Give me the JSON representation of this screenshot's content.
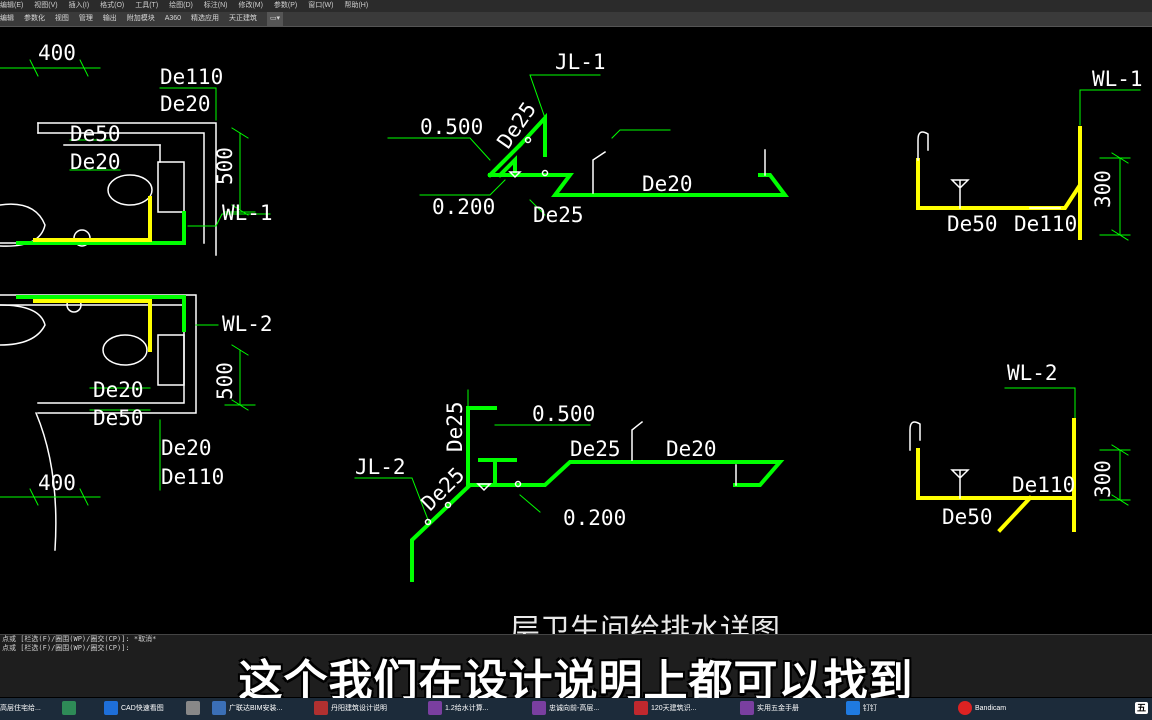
{
  "menu": [
    "编辑(E)",
    "视图(V)",
    "插入(I)",
    "格式(O)",
    "工具(T)",
    "绘图(D)",
    "标注(N)",
    "修改(M)",
    "参数(P)",
    "窗口(W)",
    "帮助(H)"
  ],
  "ribbon_tabs": [
    "编辑",
    "参数化",
    "视图",
    "管理",
    "输出",
    "附加模块",
    "A360",
    "精选应用",
    "天正建筑"
  ],
  "drawing": {
    "dims_400": "400",
    "dims_500": "500",
    "dims_300": "300",
    "wl1": "WL-1",
    "wl2": "WL-2",
    "jl1": "JL-1",
    "jl2": "JL-2",
    "de110": "De110",
    "de20": "De20",
    "de50": "De50",
    "de25": "De25",
    "elev_0500": "0.500",
    "elev_0200": "0.200",
    "title_partial": "层卫生间给排水详图"
  },
  "command": {
    "line1": "点或 [栏选(F)/圈围(WP)/圈交(CP)]: *取消*",
    "line2": "点或 [栏选(F)/圈围(WP)/圈交(CP)]:"
  },
  "subtitle": "这个我们在设计说明上都可以找到",
  "taskbar": {
    "items": [
      "高层住宅给...",
      "",
      "CAD快速看图",
      "",
      "广联达BIM安装...",
      "丹阳建筑设计说明",
      "1.2给水计算...",
      "忠诚向前-高层...",
      "120天建筑识...",
      "实用五金手册",
      "钉钉",
      "Bandicam"
    ],
    "ime": "五"
  },
  "colors": {
    "pipe_green": "#00ff00",
    "pipe_yellow": "#ffff00",
    "dim_green": "#00ff00",
    "line_white": "#ffffff",
    "text_white": "#ffffff"
  }
}
